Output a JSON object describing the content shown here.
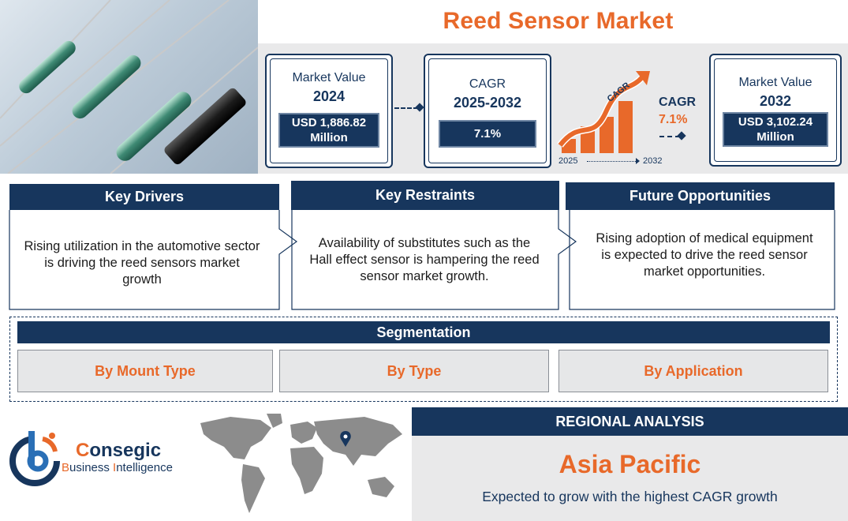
{
  "title": "Reed Sensor Market",
  "colors": {
    "navy": "#17365d",
    "orange": "#e8692a",
    "panel_gray": "#e9e9ea"
  },
  "stats": {
    "market_2024": {
      "label": "Market Value",
      "year": "2024",
      "value": "USD 1,886.82 Million"
    },
    "cagr": {
      "label": "CAGR",
      "period": "2025-2032",
      "value": "7.1%"
    },
    "growth_graphic": {
      "arrow_text": "CAGR",
      "label": "CAGR",
      "value": "7.1%",
      "start_year": "2025",
      "end_year": "2032",
      "icon": "growth-bars-arrow-icon"
    },
    "market_2032": {
      "label": "Market Value",
      "year": "2032",
      "value": "USD 3,102.24 Million"
    }
  },
  "pillars": [
    {
      "title": "Key Drivers",
      "text": "Rising utilization in the automotive sector is driving the reed sensors market growth"
    },
    {
      "title": "Key Restraints",
      "text": "Availability of substitutes such as the Hall effect sensor is hampering the reed sensor market growth."
    },
    {
      "title": "Future Opportunities",
      "text": "Rising adoption of medical equipment is expected to drive the reed sensor market opportunities."
    }
  ],
  "segmentation": {
    "title": "Segmentation",
    "items": [
      "By Mount Type",
      "By Type",
      "By Application"
    ]
  },
  "regional": {
    "title": "REGIONAL ANALYSIS",
    "region": "Asia Pacific",
    "description": "Expected to grow with the highest CAGR growth",
    "map_icon": "world-map-pin-icon"
  },
  "brand": {
    "logo_icon": "consegic-logo-icon",
    "name_first_letter": "C",
    "name_rest": "onsegic",
    "tag_b": "B",
    "tag_usiness": "usiness ",
    "tag_i": "I",
    "tag_ntelligence": "ntelligence"
  }
}
